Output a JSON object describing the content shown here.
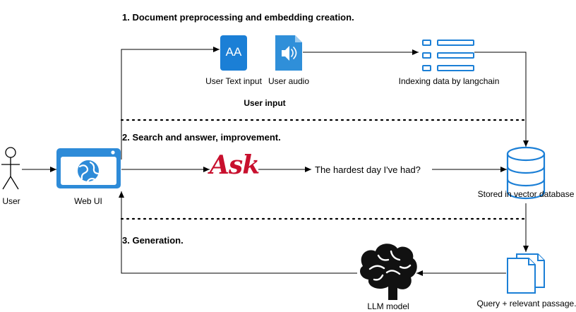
{
  "sections": {
    "section1_title": "1. Document preprocessing and embedding creation.",
    "section2_title": "2. Search and answer, improvement.",
    "section3_title": "3. Generation."
  },
  "nodes": {
    "user": "User",
    "web_ui": "Web UI",
    "user_text_input": "User Text input",
    "user_audio": "User audio",
    "user_input": "User input",
    "indexing": "Indexing data by langchain",
    "ask_logo": "Ask",
    "question": "The hardest day I've had?",
    "vector_db": "Stored in vector database",
    "query_passage": "Query + relevant passage.",
    "llm": "LLM model"
  },
  "icons": {
    "text_input_glyph": "AA"
  },
  "colors": {
    "accent_blue": "#1b7fd6",
    "ask_red": "#c8102e",
    "line": "#000000"
  }
}
